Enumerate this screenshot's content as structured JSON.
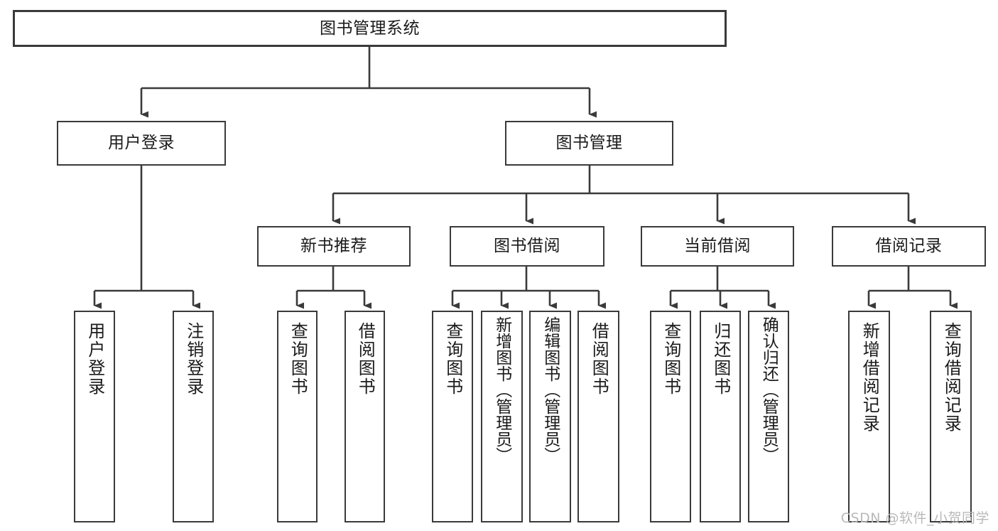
{
  "diagram": {
    "title": "图书管理系统",
    "watermark": "CSDN @软件_小贺同学",
    "colors": {
      "stroke": "#3a3a3a",
      "fill": "#ffffff",
      "text": "#1a1a1a",
      "watermark": "#b9b9b9"
    },
    "nodes": {
      "root": {
        "label": "图书管理系统"
      },
      "level2": [
        {
          "label": "用户登录"
        },
        {
          "label": "图书管理"
        }
      ],
      "level3": [
        {
          "label": "新书推荐"
        },
        {
          "label": "图书借阅"
        },
        {
          "label": "当前借阅"
        },
        {
          "label": "借阅记录"
        }
      ],
      "leaves": {
        "user_login": [
          {
            "label": "用户登录"
          },
          {
            "label": "注销登录"
          }
        ],
        "new_book": [
          {
            "label": "查询图书"
          },
          {
            "label": "借阅图书"
          }
        ],
        "borrow_book": [
          {
            "label": "查询图书"
          },
          {
            "label": "新增图书（管理员）"
          },
          {
            "label": "编辑图书（管理员）"
          },
          {
            "label": "借阅图书"
          }
        ],
        "current_borrow": [
          {
            "label": "查询图书"
          },
          {
            "label": "归还图书"
          },
          {
            "label": "确认归还（管理员）"
          }
        ],
        "borrow_record": [
          {
            "label": "新增借阅记录"
          },
          {
            "label": "查询借阅记录"
          }
        ]
      }
    }
  }
}
